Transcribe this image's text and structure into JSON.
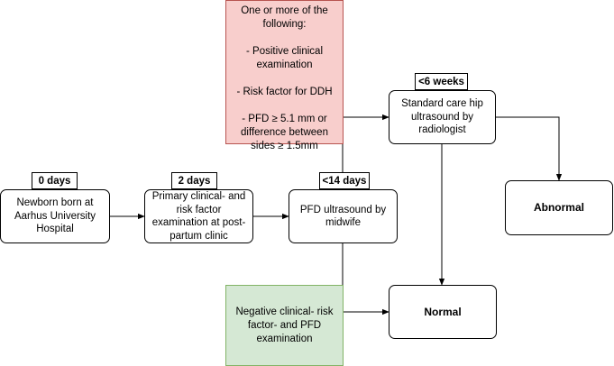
{
  "criteria_box": {
    "heading": "One or more of the following:",
    "items": [
      "- Positive clinical examination",
      "- Risk factor for DDH",
      "- PFD ≥ 5.1 mm or difference between sides ≥ 1.5mm"
    ]
  },
  "negative_box": {
    "text": "Negative clinical- risk factor- and PFD examination"
  },
  "steps": {
    "newborn": {
      "time": "0 days",
      "text": "Newborn born at Aarhus University Hospital"
    },
    "primary": {
      "time": "2 days",
      "text": "Primary clinical- and risk factor examination at post-partum clinic"
    },
    "pfd": {
      "time": "<14 days",
      "text": "PFD ultrasound by midwife"
    },
    "hip": {
      "time": "<6 weeks",
      "text": "Standard care hip ultrasound by radiologist"
    }
  },
  "outcomes": {
    "abnormal": "Abnormal",
    "normal": "Normal"
  }
}
